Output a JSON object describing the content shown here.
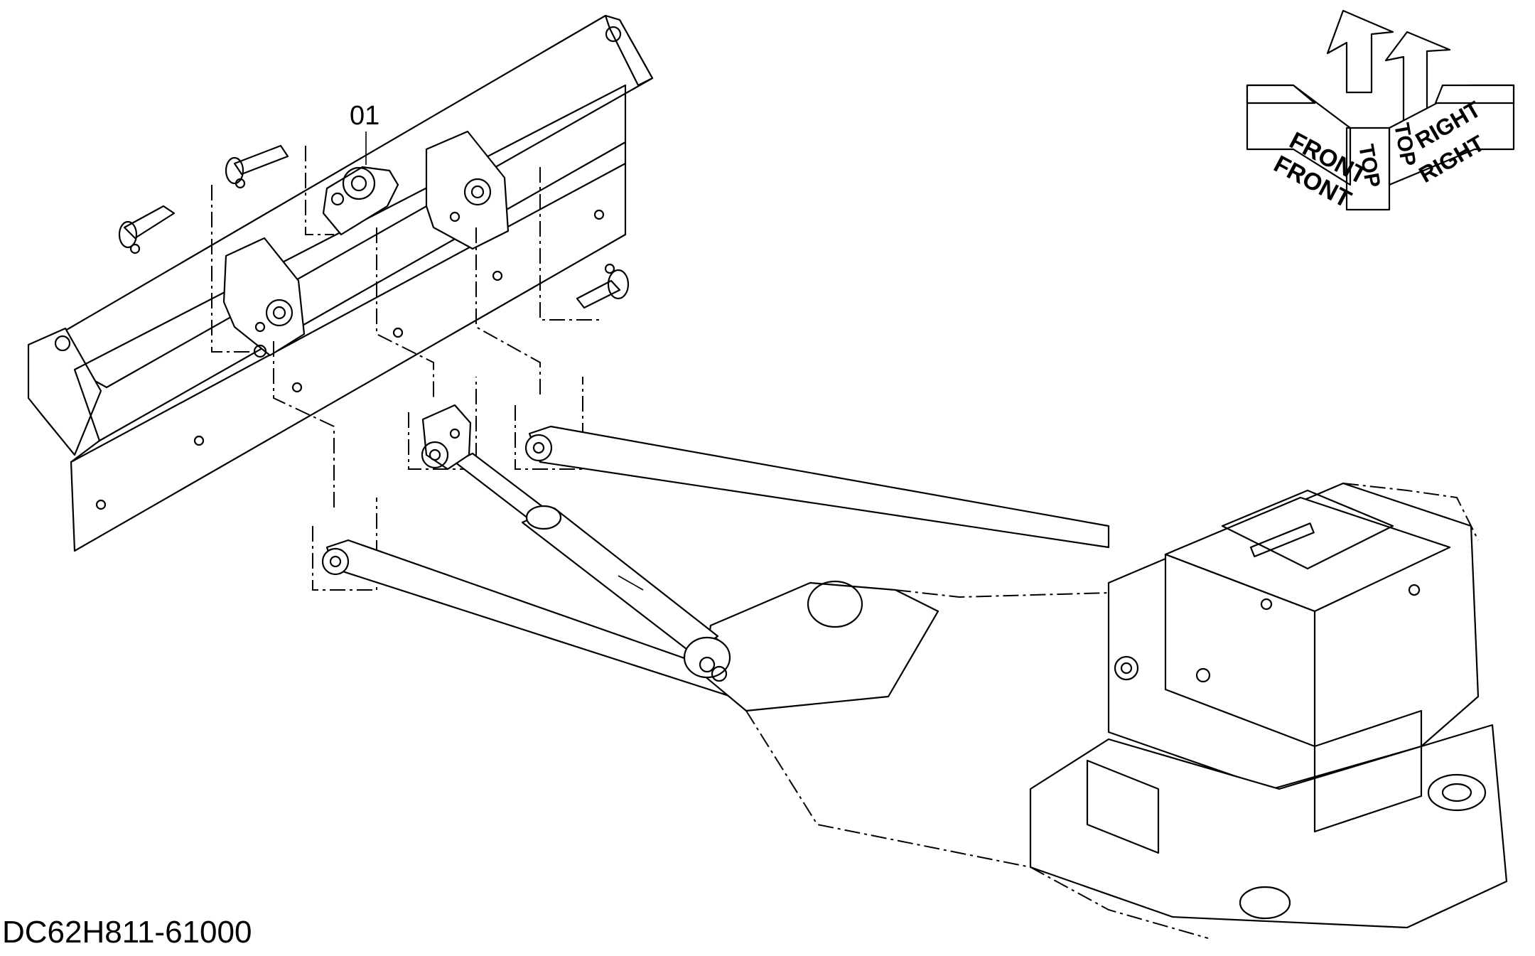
{
  "callouts": [
    {
      "id": "01"
    }
  ],
  "orientation": {
    "front_top": "FRONT",
    "front_side": "FRONT",
    "top_left": "TOP",
    "top_right": "TOP",
    "right_top": "RIGHT",
    "right_side": "RIGHT"
  },
  "diagram_number": "DC62H811-61000"
}
